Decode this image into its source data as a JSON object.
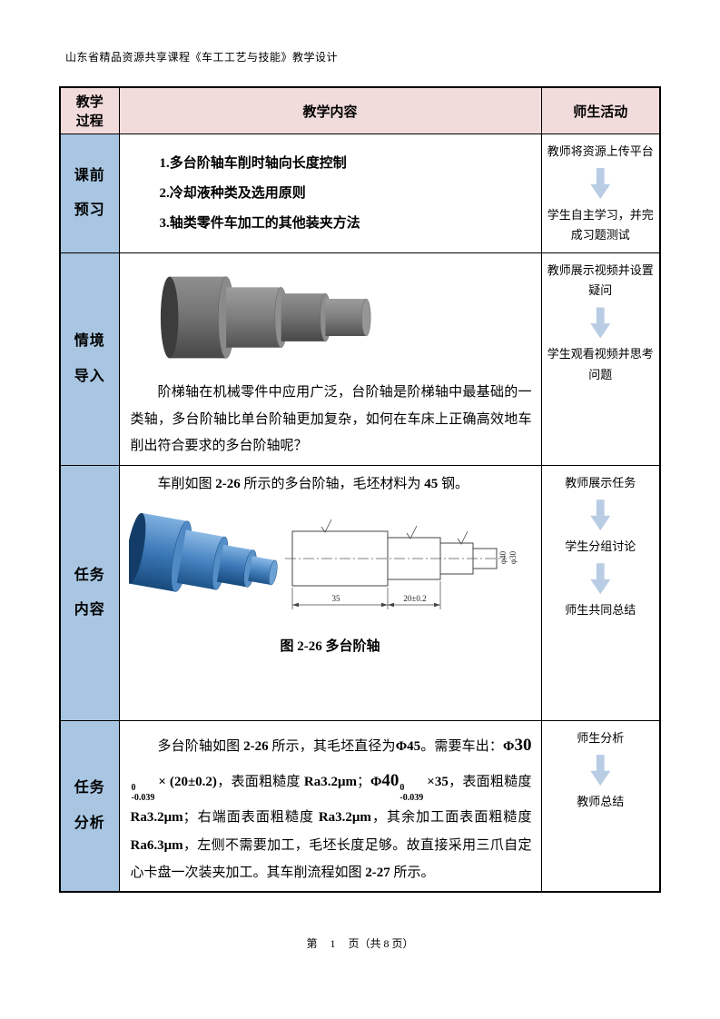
{
  "page": {
    "top_header": "山东省精品资源共享课程《车工工艺与技能》教学设计",
    "footer_prefix": "第",
    "footer_page": "1",
    "footer_suffix": "页（共 8 页）"
  },
  "colors": {
    "header_bg": "#f2dcdb",
    "stage_bg": "#a8c6e2",
    "arrow_fill": "#b8cce4"
  },
  "header": {
    "process": "教学过程",
    "content": "教学内容",
    "activity": "师生活动"
  },
  "row1": {
    "stage": "课前预习",
    "items": [
      "1.多台阶轴车削时轴向长度控制",
      "2.冷却液种类及选用原则",
      "3.轴类零件车加工的其他装夹方法"
    ],
    "act_top": "教师将资源上传平台",
    "act_bottom": "学生自主学习，并完成习题测试"
  },
  "row2": {
    "stage": "情境导入",
    "paragraph": "阶梯轴在机械零件中应用广泛，台阶轴是阶梯轴中最基础的一类轴，多台阶轴比单台阶轴更加复杂，如何在车床上正确高效地车削出符合要求的多台阶轴呢？",
    "act_top": "教师展示视频并设置疑问",
    "act_bottom": "学生观看视频并思考问题"
  },
  "row3": {
    "stage": "任务内容",
    "intro": {
      "t1": "车削如图 ",
      "t2": "2-26",
      "t3": " 所示的多台阶轴，毛坯材料为 ",
      "t4": "45",
      "t5": " 钢。"
    },
    "caption": "图 2-26  多台阶轴",
    "drawing": {
      "dim_len1": "35",
      "dim_len2": "20±0.2",
      "dia1": "φ40",
      "dia2": "φ30"
    },
    "act1": "教师展示任务",
    "act2": "学生分组讨论",
    "act3": "师生共同总结"
  },
  "row4": {
    "stage": "任务分析",
    "runs": {
      "r1": "多台阶轴如图 ",
      "r2": "2-26",
      "r3": " 所示，其毛坯直径为",
      "r4": "Φ45",
      "r5": "。需要车出：",
      "r6": "Φ",
      "r7": "30",
      "r7t": "0",
      "r7b": "-0.039",
      "r8": " × (",
      "r9": "20±0.2)",
      "r10": "，表面粗糙度 ",
      "r11": "Ra3.2μm",
      "r12": "；",
      "r13": "Φ",
      "r14": "40",
      "r14t": "0",
      "r14b": "-0.039",
      "r15": " ×",
      "r16": "35",
      "r17": "，表面粗糙度 ",
      "r18": "Ra3.2μm",
      "r19": "；右端面表面粗糙度 ",
      "r20": "Ra3.2μm",
      "r21": "，其余加工面表面粗糙度 ",
      "r22": "Ra6.3μm",
      "r23": "，左侧不需要加工，毛坯长度足够。故直接采用三爪自定心卡盘一次装夹加工。其车削流程如图 ",
      "r24": "2-27",
      "r25": " 所示。"
    },
    "act1": "师生分析",
    "act2": "教师总结"
  }
}
